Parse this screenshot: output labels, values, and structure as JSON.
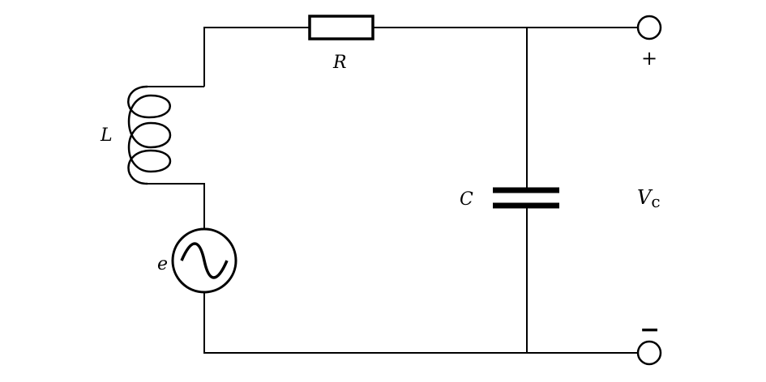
{
  "labels": {
    "inductor": "L",
    "resistor": "R",
    "capacitor": "C",
    "source": "e",
    "output_voltage_main": "V",
    "output_voltage_sub": "c",
    "terminal_plus": "+",
    "terminal_minus": "−"
  },
  "colors": {
    "ink": "#000000",
    "background": "#ffffff"
  }
}
